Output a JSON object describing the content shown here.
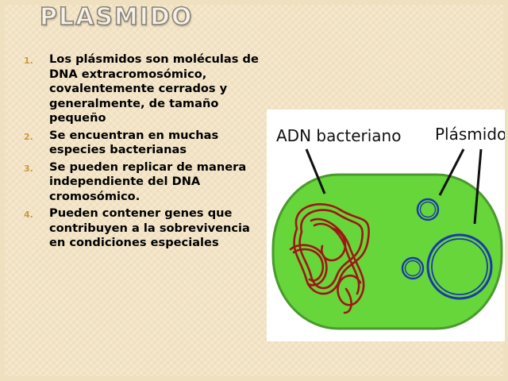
{
  "title": "PLASMIDO",
  "points": [
    {
      "number": "1.",
      "text": "Los plásmidos son moléculas de DNA extracromosómico, covalentemente cerrados y generalmente, de tamaño pequeño"
    },
    {
      "number": "2.",
      "text": "Se encuentran en muchas especies bacterianas"
    },
    {
      "number": "3.",
      "text": "Se pueden replicar de manera independiente del DNA cromosómico."
    },
    {
      "number": "4.",
      "text": "Pueden contener genes que contribuyen a la sobrevivencia en condiciones especiales"
    }
  ],
  "figure": {
    "label_bacterial_dna": "ADN bacteriano",
    "label_plasmids": "Plásmidos",
    "colors": {
      "cell_fill": "#66d63a",
      "cell_outline": "#4a9a2e",
      "dna": "#a11515",
      "plasmid": "#1a3aa8"
    }
  }
}
